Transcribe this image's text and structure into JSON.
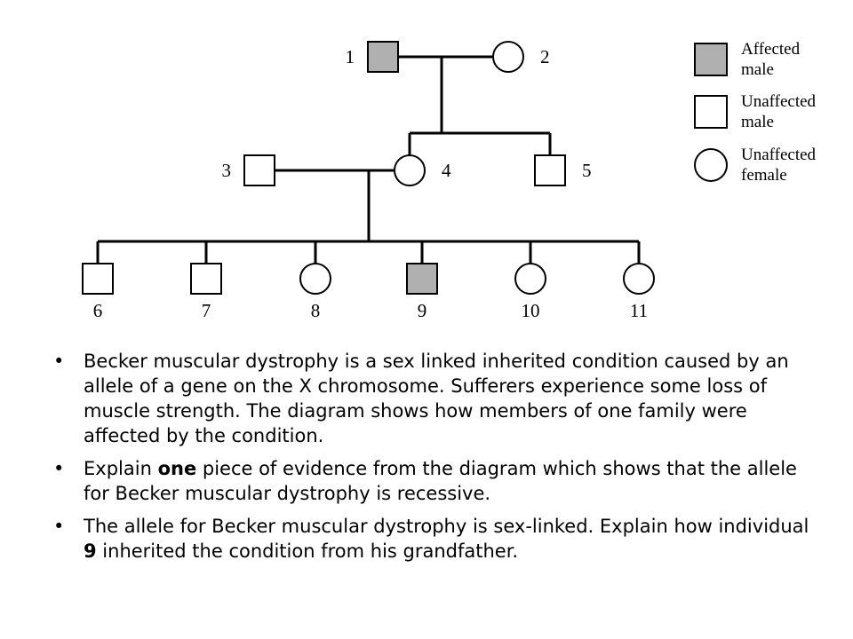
{
  "pedigree": {
    "individuals": [
      {
        "id": "1",
        "sex": "male",
        "affected": true
      },
      {
        "id": "2",
        "sex": "female",
        "affected": false
      },
      {
        "id": "3",
        "sex": "male",
        "affected": false
      },
      {
        "id": "4",
        "sex": "female",
        "affected": false
      },
      {
        "id": "5",
        "sex": "male",
        "affected": false
      },
      {
        "id": "6",
        "sex": "male",
        "affected": false
      },
      {
        "id": "7",
        "sex": "male",
        "affected": false
      },
      {
        "id": "8",
        "sex": "female",
        "affected": false
      },
      {
        "id": "9",
        "sex": "male",
        "affected": true
      },
      {
        "id": "10",
        "sex": "female",
        "affected": false
      },
      {
        "id": "11",
        "sex": "female",
        "affected": false
      }
    ],
    "matings": [
      {
        "partners": [
          "1",
          "2"
        ],
        "children": [
          "4",
          "5"
        ]
      },
      {
        "partners": [
          "3",
          "4"
        ],
        "children": [
          "6",
          "7",
          "8",
          "9",
          "10",
          "11"
        ]
      }
    ],
    "affected_fill": "#b0b0b0"
  },
  "legend": [
    {
      "shape": "square",
      "filled": true,
      "line1": "Affected",
      "line2": "male"
    },
    {
      "shape": "square",
      "filled": false,
      "line1": "Unaffected",
      "line2": "male"
    },
    {
      "shape": "circle",
      "filled": false,
      "line1": "Unaffected",
      "line2": "female"
    }
  ],
  "bullets": [
    {
      "parts": [
        {
          "text": "Becker muscular dystrophy is a sex linked inherited condition caused by an allele of a gene on the X chromosome. Sufferers experience some loss of muscle strength. The diagram shows how members of one family were affected by the condition.",
          "bold": false
        }
      ]
    },
    {
      "parts": [
        {
          "text": "Explain ",
          "bold": false
        },
        {
          "text": "one",
          "bold": true
        },
        {
          "text": " piece of evidence from the diagram which shows that the allele for Becker muscular dystrophy is recessive.",
          "bold": false
        }
      ]
    },
    {
      "parts": [
        {
          "text": "The allele for Becker muscular dystrophy is sex-linked. Explain how individual ",
          "bold": false
        },
        {
          "text": "9",
          "bold": true
        },
        {
          "text": " inherited the condition from his grandfather.",
          "bold": false
        }
      ]
    }
  ]
}
